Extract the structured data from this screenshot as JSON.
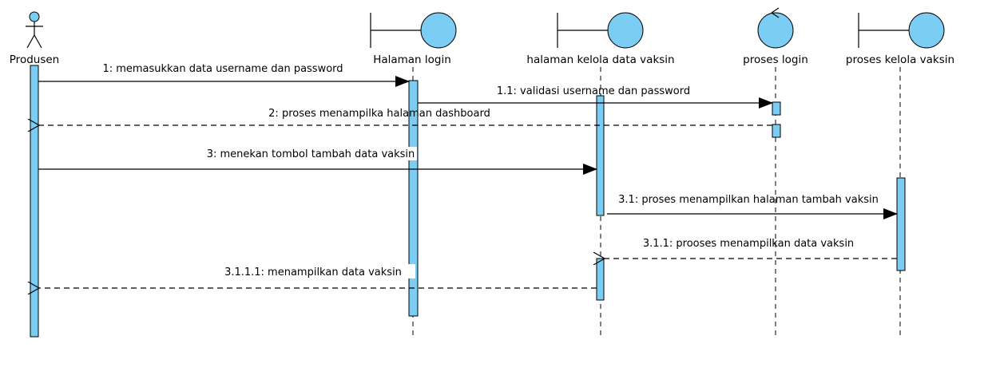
{
  "participants": [
    {
      "name": "Produsen",
      "kind": "actor"
    },
    {
      "name": "Halaman login",
      "kind": "boundary"
    },
    {
      "name": "halaman kelola data vaksin",
      "kind": "boundary"
    },
    {
      "name": "proses login",
      "kind": "control"
    },
    {
      "name": "proses kelola vaksin",
      "kind": "boundary"
    }
  ],
  "messages": [
    {
      "label": "1: memasukkan data username dan password",
      "from": "Produsen",
      "to": "Halaman login",
      "style": "sync"
    },
    {
      "label": "1.1: validasi username dan  password",
      "from": "Halaman login",
      "to": "proses login",
      "style": "sync"
    },
    {
      "label": "2: proses menampilka halaman dashboard",
      "from": "proses login",
      "to": "Produsen",
      "style": "return"
    },
    {
      "label": "3: menekan tombol tambah data vaksin",
      "from": "Produsen",
      "to": "halaman kelola data vaksin",
      "style": "sync"
    },
    {
      "label": "3.1: proses menampilkan halaman tambah vaksin",
      "from": "halaman kelola data vaksin",
      "to": "proses kelola vaksin",
      "style": "sync"
    },
    {
      "label": "3.1.1: prooses menampilkan data vaksin",
      "from": "proses kelola vaksin",
      "to": "halaman kelola data vaksin",
      "style": "return"
    },
    {
      "label": "3.1.1.1: menampilkan data vaksin",
      "from": "halaman kelola data vaksin",
      "to": "Produsen",
      "style": "return"
    }
  ],
  "colors": {
    "fill": "#7ccdf4",
    "stroke": "#000000"
  }
}
